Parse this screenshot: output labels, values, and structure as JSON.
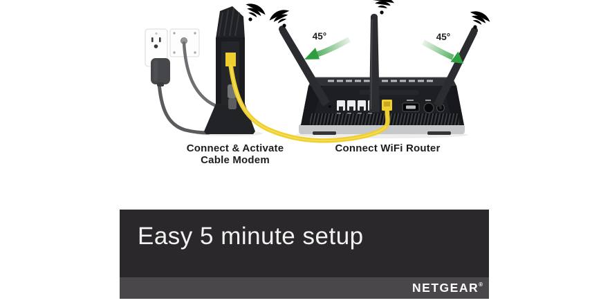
{
  "scene": {
    "modem_caption": {
      "line1": "Connect & Activate",
      "line2": "Cable Modem"
    },
    "router_caption": "Connect WiFi Router",
    "angle_labels": {
      "left": "45°",
      "right": "45°"
    }
  },
  "banner": {
    "headline": "Easy 5 minute setup",
    "brand": "NETGEAR",
    "registered_mark": "®"
  },
  "icons": {
    "wifi_signal": "three-arc radio waves with dot",
    "rotate_arrow": "curved green arrow showing 45-degree antenna tilt"
  },
  "colors": {
    "banner_bg": "#2B282C",
    "banner_strip": "#4A474B",
    "banner_text": "#F2F2F2",
    "cable_yellow": "#EFCF2F",
    "arrow_green": "#2F9E41",
    "wifi_gray": "#B5B5B5",
    "caption_text": "#1C1C1C"
  }
}
